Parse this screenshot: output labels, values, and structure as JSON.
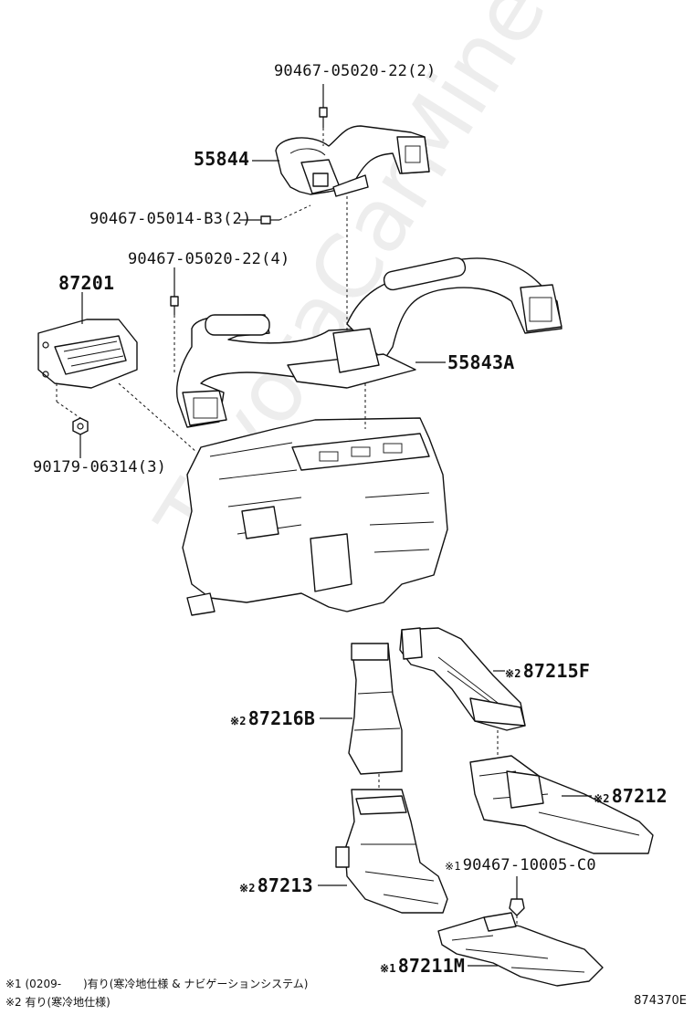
{
  "labels": {
    "l1": "90467-05020-22(2)",
    "l2": "55844",
    "l3": "90467-05014-B3(2)",
    "l4": "90467-05020-22(4)",
    "l5": "87201",
    "l6": "55843A",
    "l7": "90179-06314(3)",
    "l8_mark": "※2",
    "l8": "87215F",
    "l9_mark": "※2",
    "l9": "87216B",
    "l10_mark": "※2",
    "l10": "87212",
    "l11_mark": "※1",
    "l11": "90467-10005-C0",
    "l12_mark": "※2",
    "l12": "87213",
    "l13_mark": "※1",
    "l13": "87211M"
  },
  "footnotes": {
    "n1": "※1 (0209-　　)有り(寒冷地仕様 & ナビゲーションシステム)",
    "n2": "※2 有り(寒冷地仕様)"
  },
  "figure_number": "874370E",
  "watermark": "ToyotaCarMine.ru"
}
